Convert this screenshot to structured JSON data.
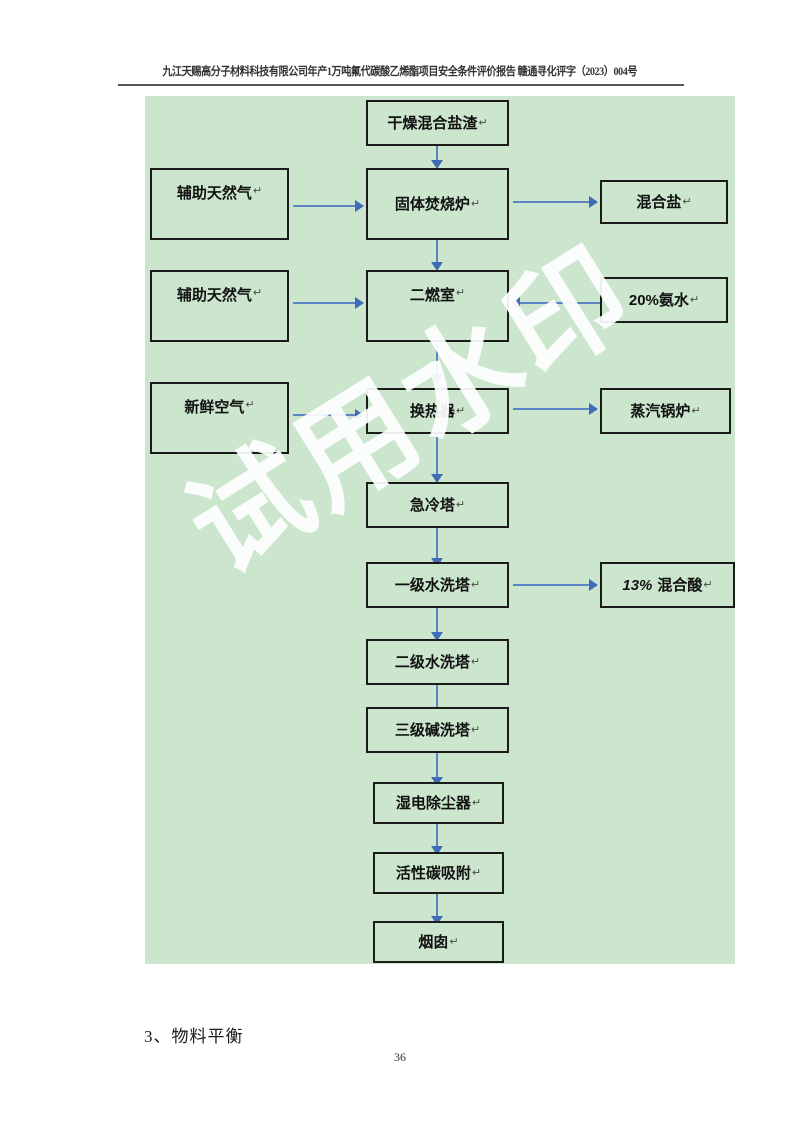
{
  "page": {
    "header": "九江天赐高分子材料科技有限公司年产1万吨氟代碳酸乙烯酯项目安全条件评价报告  赣通寻化评字（2023）004号",
    "section_heading": "3、物料平衡",
    "page_number": "36",
    "watermark": "试用水印",
    "background_color": "#cbe6cd",
    "arrow_color": "#3f6cb4",
    "node_border_color": "#1b1b1b"
  },
  "flowchart": {
    "type": "process-flow-diagram",
    "pilcrow": "↵",
    "nodes": [
      {
        "id": "dry-mixed-salt-residue",
        "label": "干燥混合盐渣"
      },
      {
        "id": "aux-natural-gas-1",
        "label": "辅助天然气"
      },
      {
        "id": "solid-incinerator",
        "label": "固体焚烧炉"
      },
      {
        "id": "mixed-salt",
        "label": "混合盐"
      },
      {
        "id": "aux-natural-gas-2",
        "label": "辅助天然气"
      },
      {
        "id": "second-combustion-chamber",
        "label": "二燃室"
      },
      {
        "id": "ammonia-water-20",
        "label": "20%氨水"
      },
      {
        "id": "fresh-air",
        "label": "新鲜空气"
      },
      {
        "id": "heat-exchanger",
        "label": "换热器"
      },
      {
        "id": "steam-boiler",
        "label": "蒸汽锅炉"
      },
      {
        "id": "quench-tower",
        "label": "急冷塔"
      },
      {
        "id": "water-wash-tower-1",
        "label": "一级水洗塔"
      },
      {
        "id": "mixed-acid",
        "label": "混合酸",
        "prefix": "13%"
      },
      {
        "id": "water-wash-tower-2",
        "label": "二级水洗塔"
      },
      {
        "id": "alkali-wash-tower-3",
        "label": "三级碱洗塔"
      },
      {
        "id": "wet-electrostatic-precipitator",
        "label": "湿电除尘器"
      },
      {
        "id": "activated-carbon-adsorption",
        "label": "活性碳吸附"
      },
      {
        "id": "chimney",
        "label": "烟囱"
      }
    ]
  }
}
